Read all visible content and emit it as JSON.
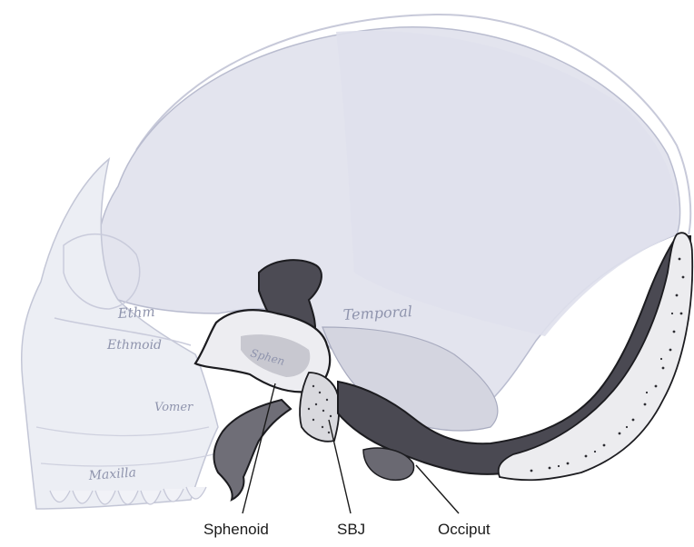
{
  "figure": {
    "colors": {
      "skull_fill": "#e4e5ef",
      "skull_outline": "#b3b6cc",
      "bone_dark": "#4b4a52",
      "bone_mid": "#8b8a92",
      "bone_light": "#f2f2f4",
      "outline": "#202024"
    },
    "faded_labels": {
      "frontal": "Ethm",
      "ethmoid": "Ethmoid",
      "vomer": "Vomer",
      "maxilla": "Maxilla",
      "temporal": "Temporal",
      "sphenoid_body": "Sphen"
    },
    "callouts": [
      {
        "label": "Sphenoid"
      },
      {
        "label": "SBJ"
      },
      {
        "label": "Occiput"
      }
    ]
  }
}
